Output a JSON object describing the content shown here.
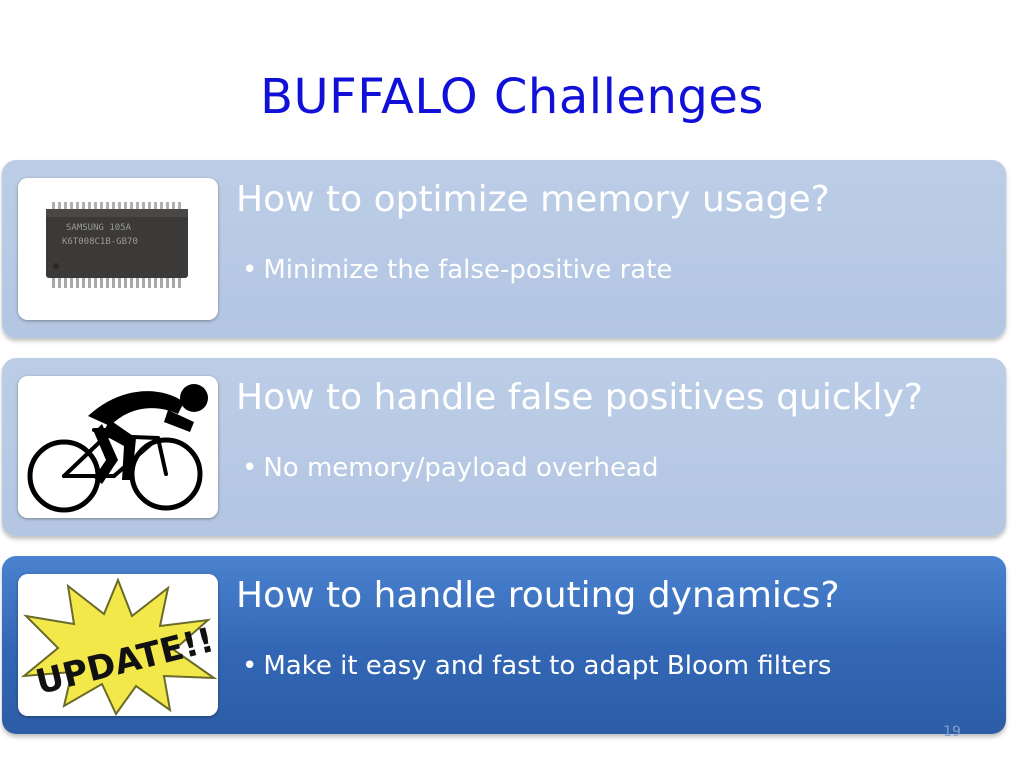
{
  "slide": {
    "title": "BUFFALO Challenges",
    "number": "19"
  },
  "colors": {
    "title": "#1010d8",
    "light_row": "#b8cae4",
    "dark_row": "#3a70c0"
  },
  "challenges": [
    {
      "question": "How to optimize memory usage?",
      "bullet": "Minimize the false-positive rate",
      "icon": "memory-chip-icon"
    },
    {
      "question": "How to handle false positives quickly?",
      "bullet": "No memory/payload overhead",
      "icon": "cyclist-icon"
    },
    {
      "question": "How to handle routing dynamics?",
      "bullet": "Make it easy and fast to adapt Bloom filters",
      "icon": "update-burst-icon"
    }
  ],
  "chip_labels": {
    "line1": "SAMSUNG   105A",
    "line2": "K6T008C1B-GB70"
  },
  "update_text": "UPDATE!!"
}
